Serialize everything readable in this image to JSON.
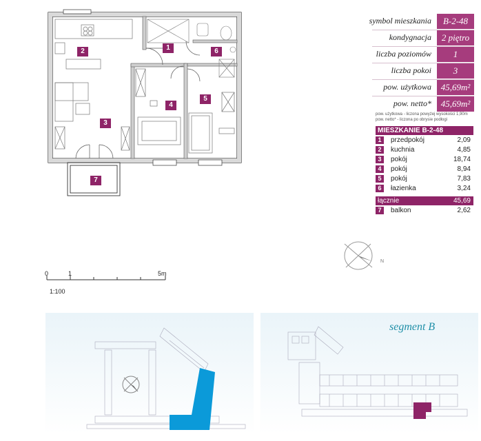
{
  "info": {
    "rows": [
      {
        "label": "symbol mieszkania",
        "value": "B-2-48"
      },
      {
        "label": "kondygnacja",
        "value": "2 piętro"
      },
      {
        "label": "liczba poziomów",
        "value": "1"
      },
      {
        "label": "liczba pokoi",
        "value": "3"
      },
      {
        "label": "pow. użytkowa",
        "value": "45,69m²"
      },
      {
        "label": "pow. netto*",
        "value": "45,69m²"
      }
    ],
    "note1": "pow. użytkowa - liczona powyżej wysokości 1,90m",
    "note2": "pow. netto* - liczona po obrysie podłogi"
  },
  "rooms": {
    "header": "MIESZKANIE B-2-48",
    "items": [
      {
        "num": "1",
        "name": "przedpokój",
        "area": "2,09"
      },
      {
        "num": "2",
        "name": "kuchnia",
        "area": "4,85"
      },
      {
        "num": "3",
        "name": "pokój",
        "area": "18,74"
      },
      {
        "num": "4",
        "name": "pokój",
        "area": "8,94"
      },
      {
        "num": "5",
        "name": "pokój",
        "area": "7,83"
      },
      {
        "num": "6",
        "name": "łazienka",
        "area": "3,24"
      }
    ],
    "total_label": "łącznie",
    "total_value": "45,69",
    "balcony": {
      "num": "7",
      "name": "balkon",
      "area": "2,62"
    }
  },
  "plan_badges": [
    "1",
    "2",
    "3",
    "4",
    "5",
    "6",
    "7"
  ],
  "scale": {
    "t0": "0",
    "t1": "1",
    "t5": "5m",
    "ratio": "1:100"
  },
  "compass": {
    "north": "N"
  },
  "segment": "segment B",
  "colors": {
    "accent": "#8e2467",
    "highlight_blue": "#0b9ad9",
    "highlight_purple": "#8e2467",
    "segment_text": "#1f8fa8"
  }
}
